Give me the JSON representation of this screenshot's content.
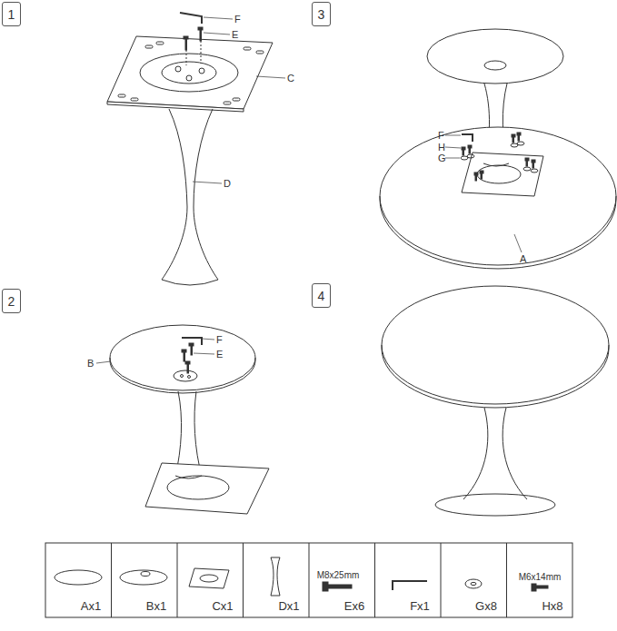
{
  "diagram": {
    "nodes": [
      {
        "text": [
          "1"
        ]
      },
      {
        "text": [
          "3"
        ]
      },
      {
        "text": [
          "2"
        ]
      },
      {
        "text": [
          "4"
        ]
      }
    ],
    "labels": [
      "F",
      "E",
      "C",
      "D",
      "B",
      "F",
      "E",
      "F",
      "H",
      "G",
      "A",
      "Ax1",
      "Bx1",
      "Cx1",
      "Dx1",
      "M8x25mm",
      "Ex6",
      "Fx1",
      "Gx8",
      "M6x14mm",
      "Hx8"
    ]
  }
}
